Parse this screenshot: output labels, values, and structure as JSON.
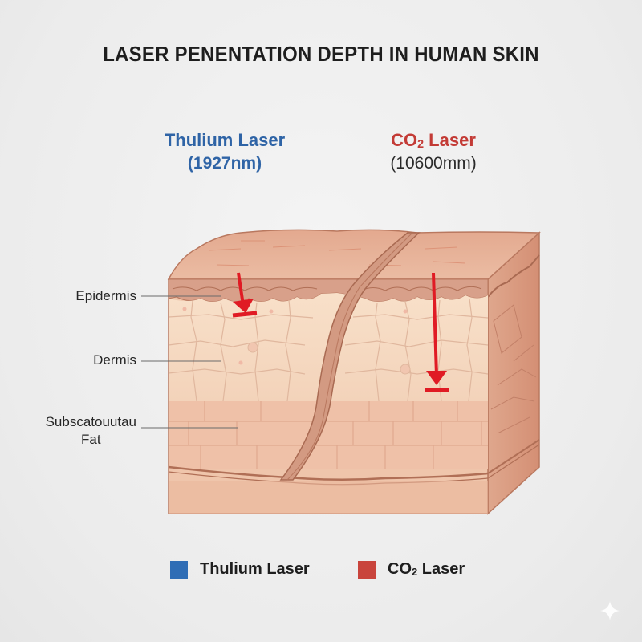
{
  "title": "LASER PENENTATION DEPTH IN HUMAN SKIN",
  "lasers": {
    "thulium": {
      "name": "Thulium Laser",
      "wavelength": "(1927nm)",
      "color": "#2f64a6"
    },
    "co2": {
      "name_prefix": "CO",
      "name_sub": "2",
      "name_suffix": " Laser",
      "wavelength": "(10600mm)",
      "color": "#c33b36"
    }
  },
  "layers": {
    "epidermis": "Epidermis",
    "dermis": "Dermis",
    "fat_line1": "Subscatouutau",
    "fat_line2": "Fat"
  },
  "arrows": {
    "color": "#e01b24",
    "thulium_depth": "shallow (upper dermis)",
    "co2_depth": "deep (mid dermis)"
  },
  "legend": [
    {
      "label": "Thulium Laser",
      "color": "#2f6db5"
    },
    {
      "label_prefix": "CO",
      "label_sub": "2",
      "label_suffix": " Laser",
      "color": "#c9443c"
    }
  ],
  "skin_colors": {
    "top": "#e8b49a",
    "epidermis": "#d9a089",
    "dermis": "#f7dcc4",
    "fat": "#efc1a8",
    "side": "#d9987b",
    "outline": "#b9785f"
  }
}
